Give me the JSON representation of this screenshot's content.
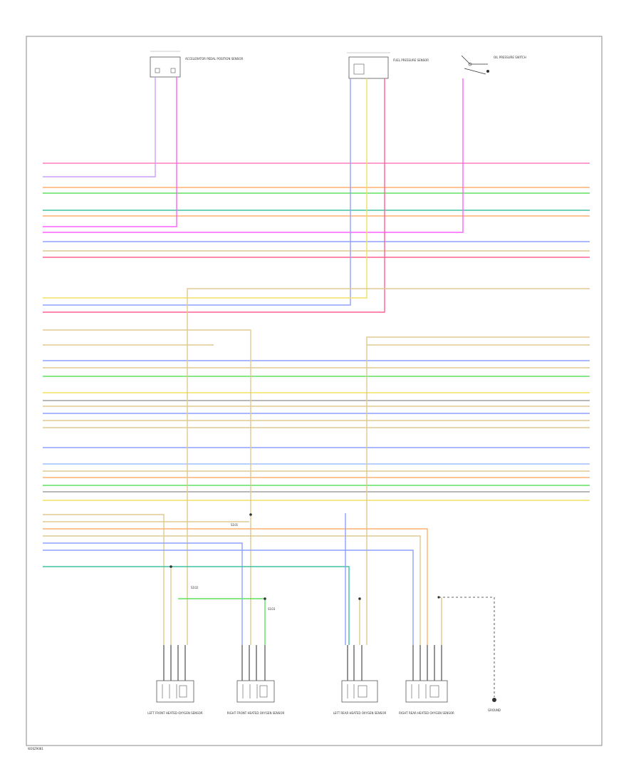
{
  "diagram": {
    "footer_code": "W26Z9081",
    "top_components": [
      {
        "name": "accelerator-pedal-position-sensor",
        "label": "ACCELERATOR PEDAL POSITION SENSOR"
      },
      {
        "name": "fuel-pressure-sensor",
        "label": "FUEL PRESSURE SENSOR"
      },
      {
        "name": "oil-pressure-switch",
        "label": "OIL PRESSURE SWITCH"
      }
    ],
    "bottom_components": [
      {
        "name": "front-oxygen-sensor-left",
        "label": "LEFT FRONT HEATED OXYGEN SENSOR"
      },
      {
        "name": "front-oxygen-sensor-right",
        "label": "RIGHT FRONT HEATED OXYGEN SENSOR"
      },
      {
        "name": "rear-oxygen-sensor-left",
        "label": "LEFT REAR HEATED OXYGEN SENSOR"
      },
      {
        "name": "rear-oxygen-sensor-right",
        "label": "RIGHT REAR HEATED OXYGEN SENSOR"
      },
      {
        "name": "ground-point",
        "label": "GROUND"
      }
    ],
    "splice_labels": [
      "S101",
      "S102",
      "S103"
    ],
    "wire_colors": {
      "pink": "#ff7fbf",
      "violet": "#c8a0ff",
      "blue": "#8fa0ff",
      "orange": "#ffb070",
      "green": "#60e060",
      "teal": "#40c0a0",
      "tan": "#e0c890",
      "yellow": "#f0e060",
      "magenta": "#ff60ff",
      "red": "#ff6090",
      "grey": "#a0a0a0",
      "lightblue": "#a0c0ff"
    }
  }
}
